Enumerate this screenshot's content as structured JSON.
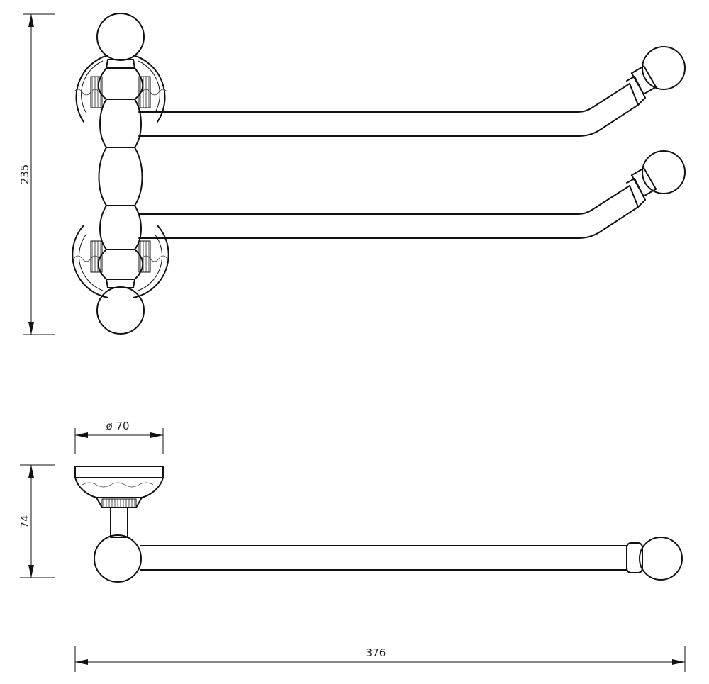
{
  "dimensions": {
    "height_total": "235",
    "height_side": "74",
    "diameter": "ø 70",
    "length": "376"
  },
  "colors": {
    "line": "#111111",
    "background": "#ffffff"
  }
}
